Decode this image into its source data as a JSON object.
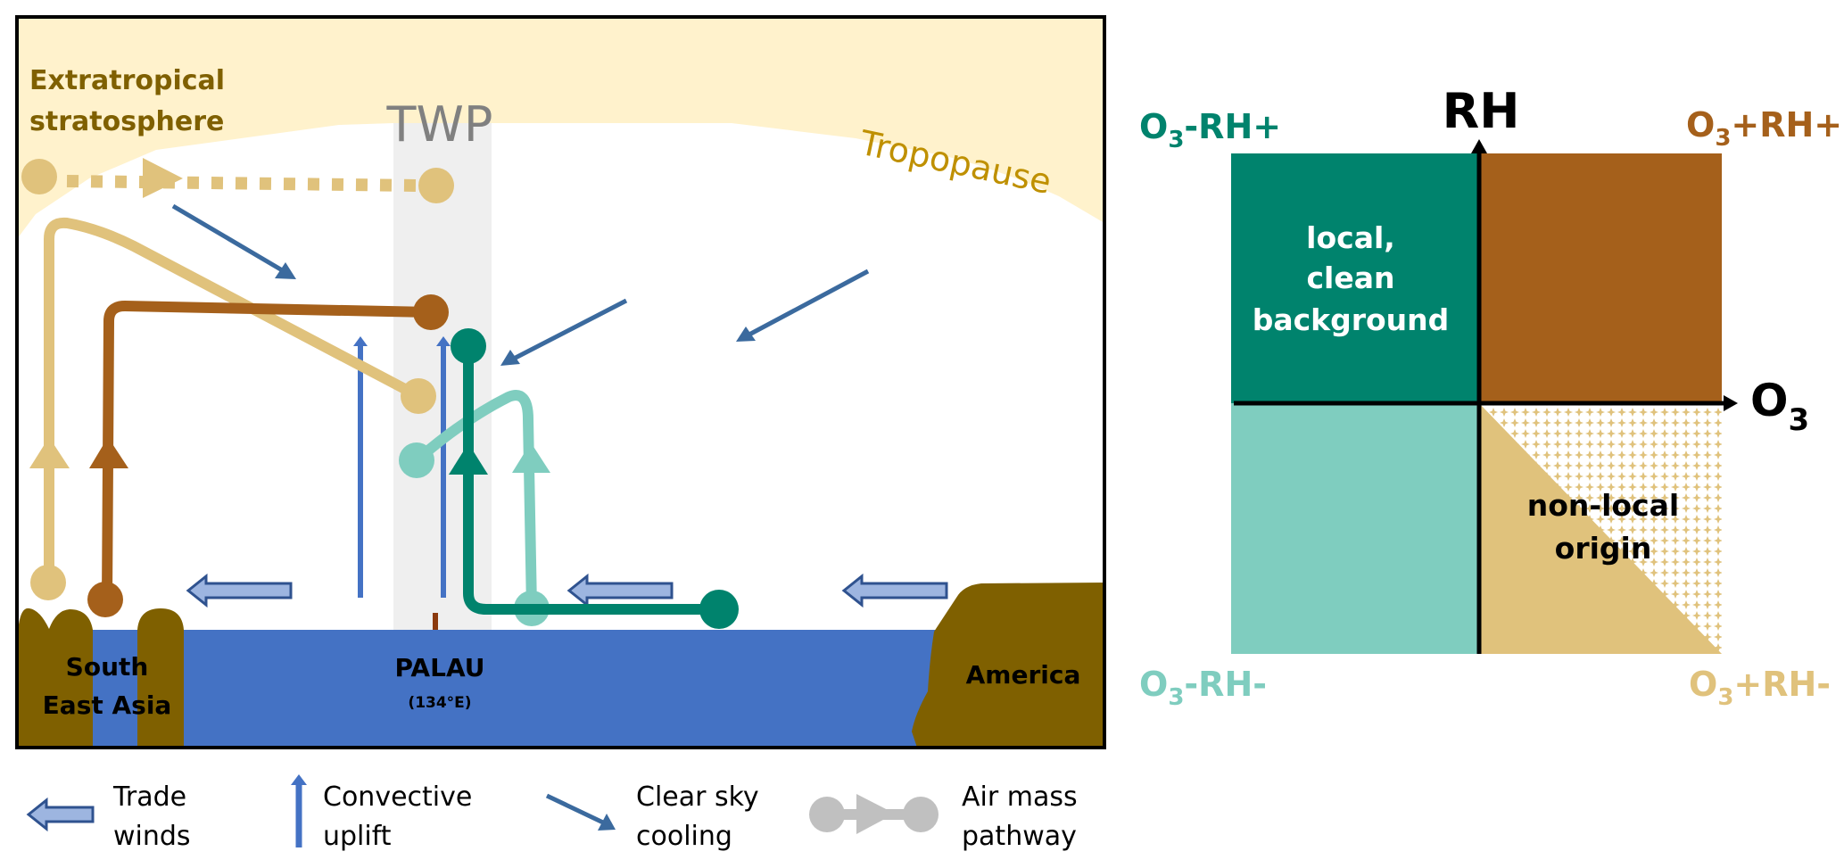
{
  "left_panel": {
    "region_labels": {
      "extratropical_line1": "Extratropical",
      "extratropical_line2": "stratosphere",
      "twp": "TWP",
      "tropopause": "Tropopause",
      "south_east_asia_line1": "South",
      "south_east_asia_line2": "East Asia",
      "palau": "PALAU",
      "palau_longitude": "(134°E)",
      "america": "America"
    },
    "pathways": [
      {
        "name": "stratospheric intrusion",
        "color": "#E0C27C",
        "style": "dotted"
      },
      {
        "name": "south-east asia tan pathway",
        "color": "#E0C27C",
        "style": "solid"
      },
      {
        "name": "south-east asia brown pathway",
        "color": "#A5601B",
        "style": "solid"
      },
      {
        "name": "local convection dark green",
        "color": "#00836D",
        "style": "solid"
      },
      {
        "name": "local convection light teal",
        "color": "#7FCDBF",
        "style": "solid"
      }
    ]
  },
  "legend": {
    "items": [
      {
        "icon": "trade-wind-arrow-icon",
        "line1": "Trade",
        "line2": "winds"
      },
      {
        "icon": "convective-uplift-arrow-icon",
        "line1": "Convective",
        "line2": "uplift"
      },
      {
        "icon": "clear-sky-cooling-arrow-icon",
        "line1": "Clear sky",
        "line2": "cooling"
      },
      {
        "icon": "air-mass-pathway-icon",
        "line1": "Air mass",
        "line2": "pathway"
      }
    ]
  },
  "right_panel": {
    "axis_x_label": "O",
    "axis_x_sub": "3",
    "axis_y_label": "RH",
    "quadrants": {
      "top_left": {
        "prefix": "O",
        "sub": "3",
        "suffix": "-RH+",
        "color": "#00836D",
        "text_lines": [
          "local,",
          "clean",
          "background"
        ]
      },
      "top_right": {
        "prefix": "O",
        "sub": "3",
        "suffix": "+RH+",
        "color": "#A5601B"
      },
      "bottom_left": {
        "prefix": "O",
        "sub": "3",
        "suffix": "-RH-",
        "color": "#7FCDBF"
      },
      "bottom_right": {
        "prefix": "O",
        "sub": "3",
        "suffix": "+RH-",
        "color": "#E0C27C",
        "text_lines": [
          "non-local",
          "origin"
        ]
      }
    }
  },
  "colors": {
    "stratosphere": "#FFF2CC",
    "twp_band": "#EFEFEF",
    "ocean": "#4472C4",
    "land": "#7F6000",
    "uplift": "#4472C4",
    "cooling": "#3B6A9E",
    "trade_fill": "#9DB5E0",
    "trade_stroke": "#2F528F",
    "tropopause_text": "#BF9000",
    "extratropical_text": "#7F6000",
    "legend_gray": "#C0C0C0"
  }
}
